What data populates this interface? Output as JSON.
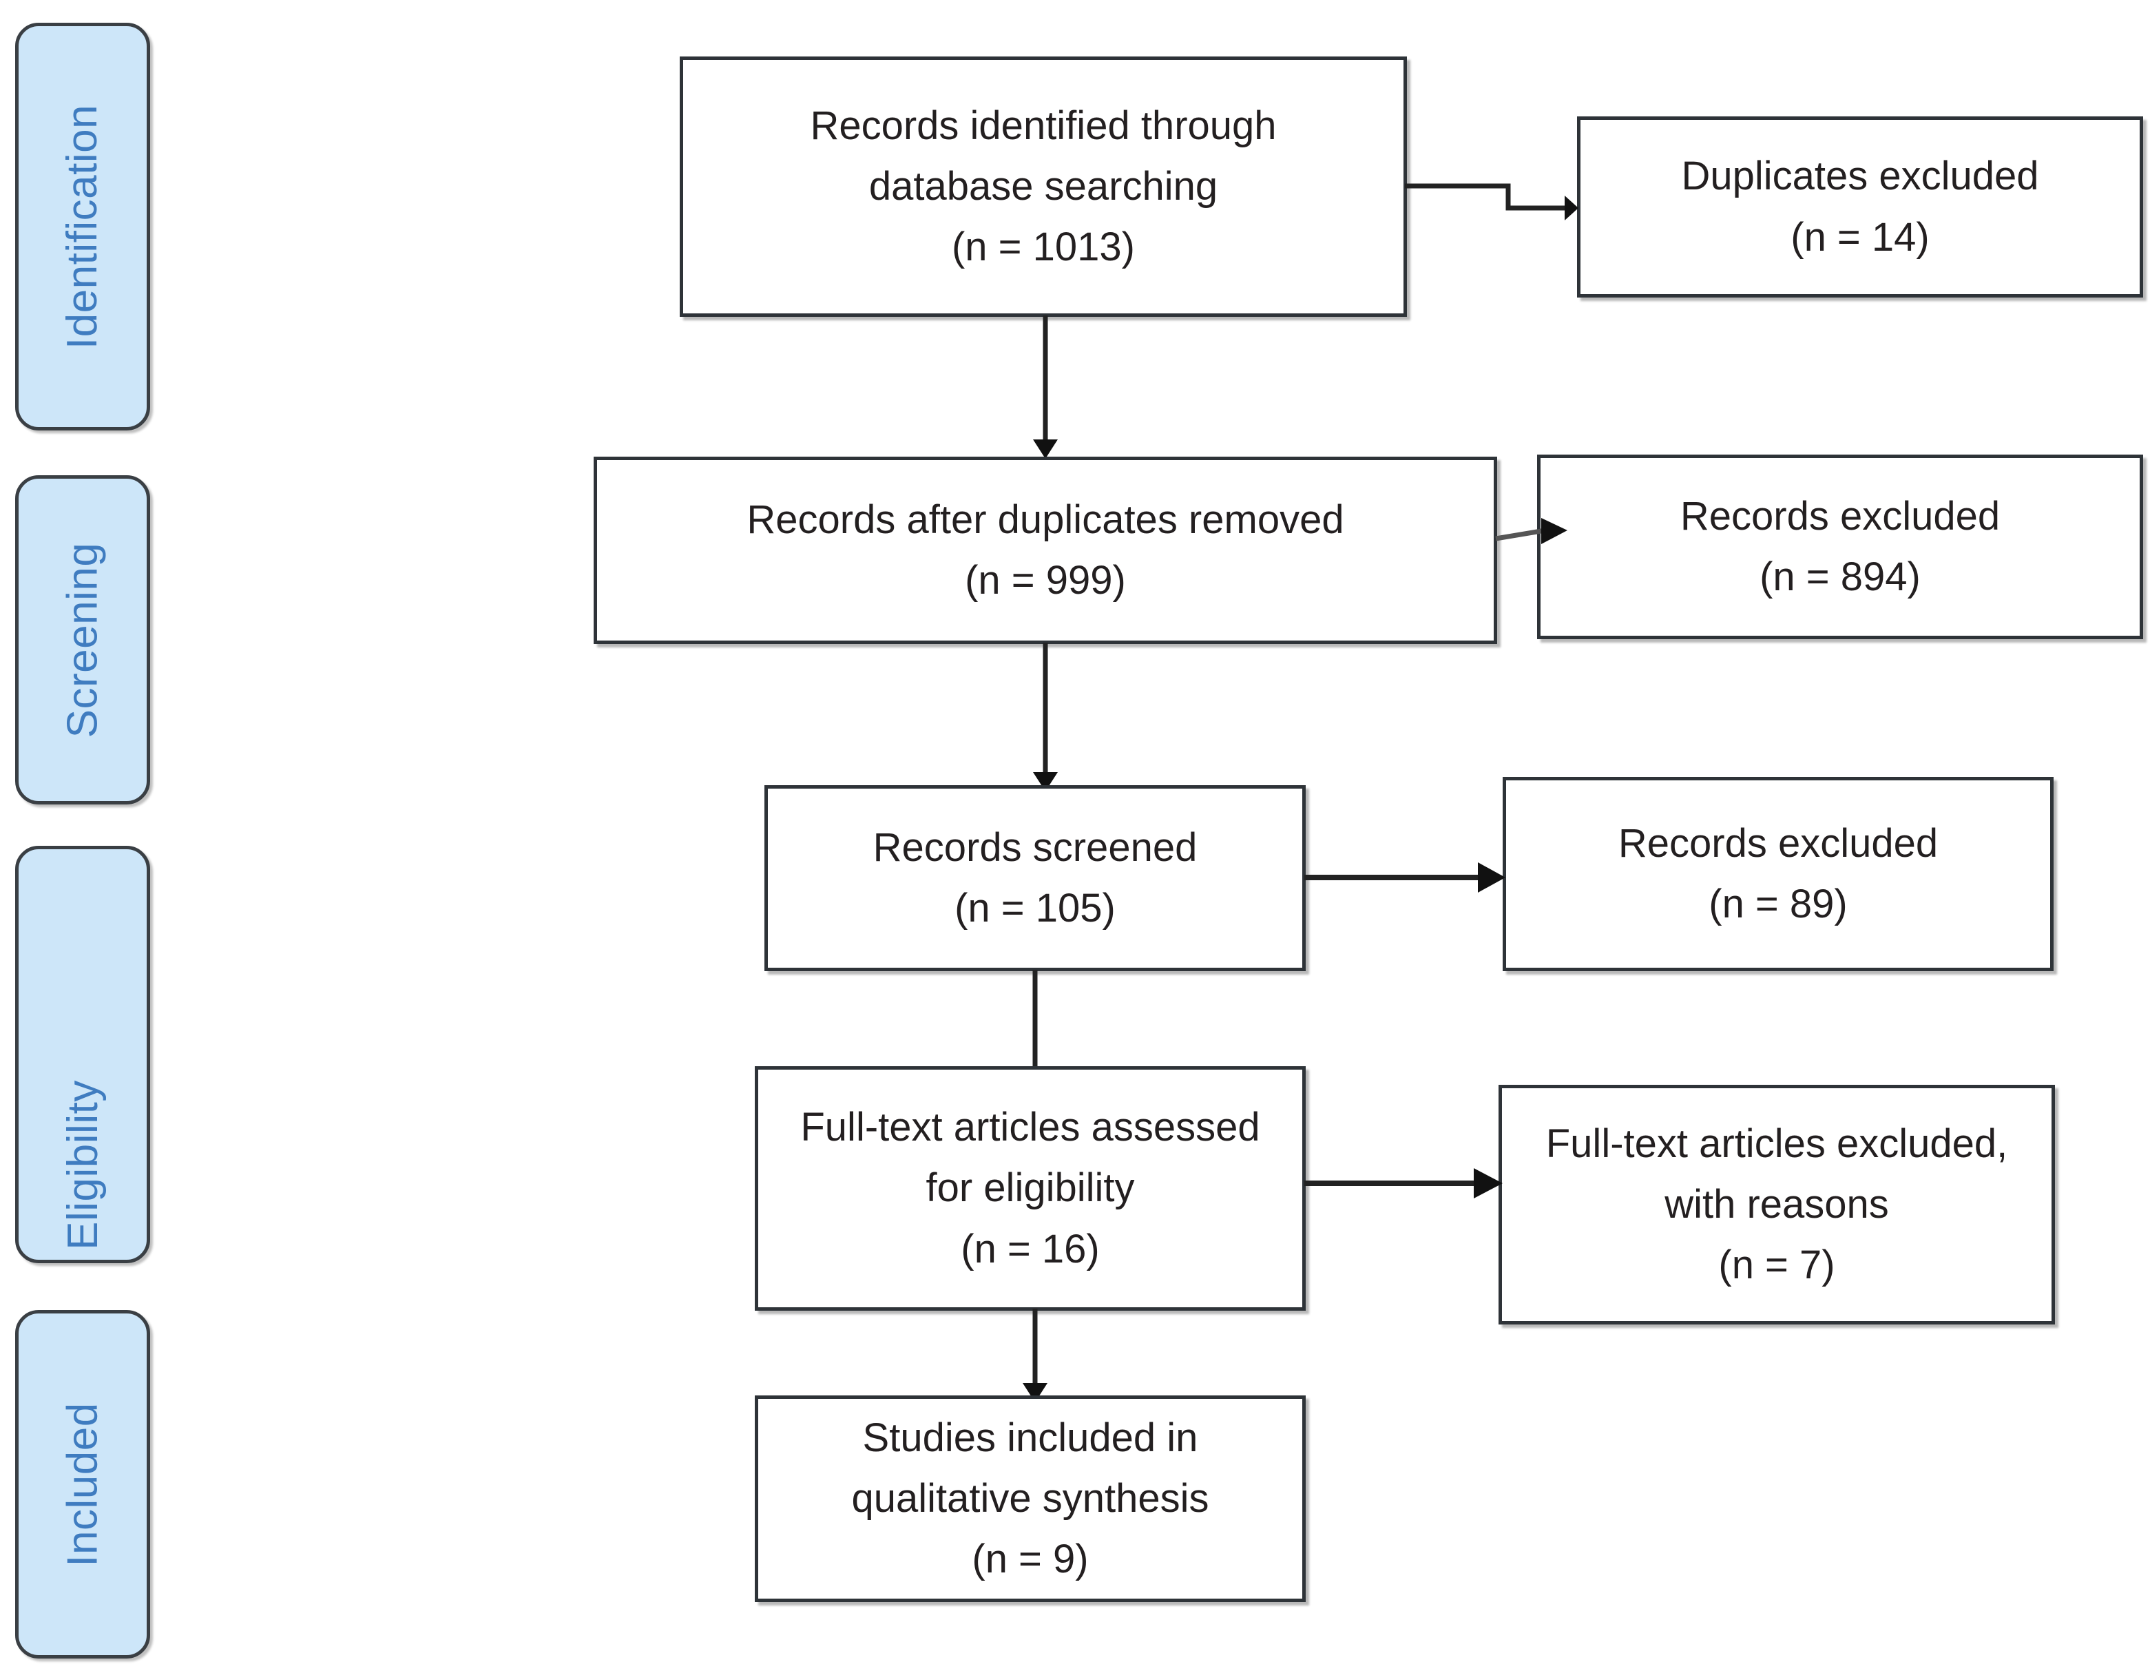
{
  "diagram": {
    "title": "PRISMA study selection flow diagram",
    "colors": {
      "phase_fill": "#cde6f9",
      "phase_text": "#3f7cc0",
      "phase_border": "#3a3f44",
      "box_border": "#2e3338",
      "box_text": "#231f20",
      "background": "#ffffff",
      "connector": "#222222"
    }
  },
  "phases": [
    {
      "id": "identification",
      "label": "Identification"
    },
    {
      "id": "screening",
      "label": "Screening"
    },
    {
      "id": "eligibility",
      "label": "Eligibility"
    },
    {
      "id": "included",
      "label": "Included"
    }
  ],
  "boxes": {
    "records_identified": {
      "id": "records-identified",
      "line1": "Records identified through",
      "line2": "database searching",
      "line3": "(n = 1013)",
      "count": 1013
    },
    "duplicates_excluded": {
      "id": "duplicates-excluded",
      "line1": "Duplicates excluded",
      "line2": "(n = 14)",
      "count": 14
    },
    "records_after_duplicates": {
      "id": "records-after-duplicates-removed",
      "line1": "Records after duplicates removed",
      "line2": "(n = 999)",
      "count": 999
    },
    "records_excluded_894": {
      "id": "records-excluded-894",
      "line1": "Records excluded",
      "line2": "(n = 894)",
      "count": 894
    },
    "records_screened": {
      "id": "records-screened",
      "line1": "Records screened",
      "line2": "(n = 105)",
      "count": 105
    },
    "records_excluded_89": {
      "id": "records-excluded-89",
      "line1": "Records excluded",
      "line2": "(n = 89)",
      "count": 89
    },
    "fulltext_assessed": {
      "id": "full-text-articles-assessed",
      "line1": "Full-text articles assessed",
      "line2": "for eligibility",
      "line3": "(n = 16)",
      "count": 16
    },
    "fulltext_excluded": {
      "id": "full-text-articles-excluded",
      "line1": "Full-text articles excluded,",
      "line2": "with reasons",
      "line3": "(n = 7)",
      "count": 7
    },
    "studies_included": {
      "id": "studies-included-qualitative-synthesis",
      "line1": "Studies included in",
      "line2": "qualitative synthesis",
      "line3": "(n = 9)",
      "count": 9
    }
  },
  "chart_data": {
    "type": "diagram",
    "title": "PRISMA flow diagram",
    "nodes": [
      {
        "key": "records_identified",
        "phase": "Identification",
        "label": "Records identified through database searching",
        "n": 1013
      },
      {
        "key": "duplicates_excluded",
        "phase": "Identification",
        "label": "Duplicates excluded",
        "n": 14
      },
      {
        "key": "records_after_duplicates",
        "phase": "Screening",
        "label": "Records after duplicates removed",
        "n": 999
      },
      {
        "key": "records_excluded_894",
        "phase": "Screening",
        "label": "Records excluded",
        "n": 894
      },
      {
        "key": "records_screened",
        "phase": "Screening",
        "label": "Records screened",
        "n": 105
      },
      {
        "key": "records_excluded_89",
        "phase": "Screening",
        "label": "Records excluded",
        "n": 89
      },
      {
        "key": "fulltext_assessed",
        "phase": "Eligibility",
        "label": "Full-text articles assessed for eligibility",
        "n": 16
      },
      {
        "key": "fulltext_excluded",
        "phase": "Eligibility",
        "label": "Full-text articles excluded, with reasons",
        "n": 7
      },
      {
        "key": "studies_included",
        "phase": "Included",
        "label": "Studies included in qualitative synthesis",
        "n": 9
      }
    ],
    "edges": [
      {
        "from": "records_identified",
        "to": "duplicates_excluded",
        "direction": "right"
      },
      {
        "from": "records_identified",
        "to": "records_after_duplicates",
        "direction": "down"
      },
      {
        "from": "records_after_duplicates",
        "to": "records_excluded_894",
        "direction": "right"
      },
      {
        "from": "records_after_duplicates",
        "to": "records_screened",
        "direction": "down"
      },
      {
        "from": "records_screened",
        "to": "records_excluded_89",
        "direction": "right"
      },
      {
        "from": "records_screened",
        "to": "fulltext_assessed",
        "direction": "down"
      },
      {
        "from": "fulltext_assessed",
        "to": "fulltext_excluded",
        "direction": "right"
      },
      {
        "from": "fulltext_assessed",
        "to": "studies_included",
        "direction": "down"
      }
    ]
  }
}
